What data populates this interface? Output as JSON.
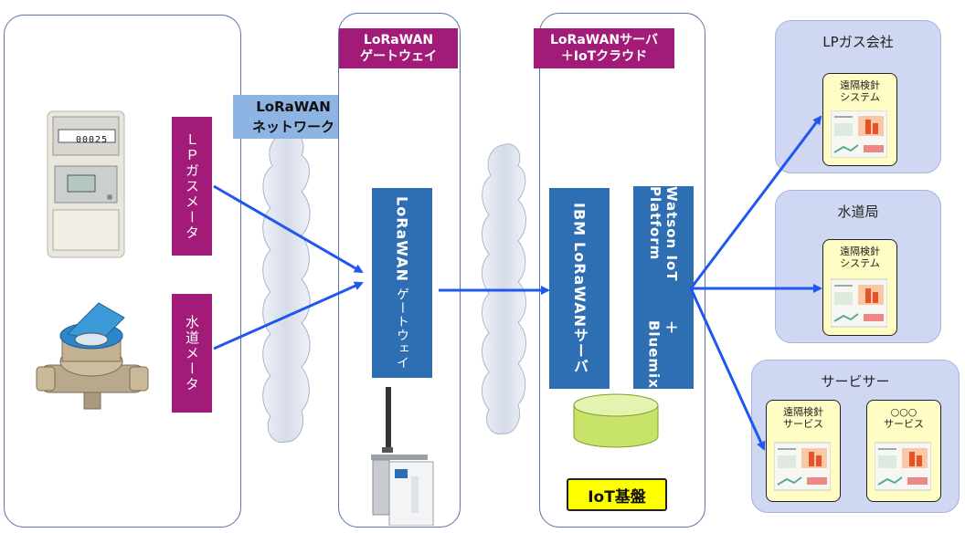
{
  "lp_meter_label": "ＬＰガスメータ",
  "water_meter_label": "水道メータ",
  "network_label": [
    "LoRaWAN",
    "ネットワーク"
  ],
  "gateway_header": [
    "LoRaWAN",
    "ゲートウェイ"
  ],
  "gateway_block": [
    "LoRaWAN",
    "ゲートウェイ"
  ],
  "server_header": [
    "LoRaWANサーバ",
    "＋IoTクラウド"
  ],
  "ibm_block": [
    "IBM",
    "LoRaWANサーバ"
  ],
  "watson_block": [
    "Watson IoT Platform",
    "＋Bluemix"
  ],
  "iot_label": "IoT基盤",
  "targets": [
    {
      "title": "LPガス会社",
      "cards": [
        [
          "遠隔検針",
          "システム"
        ]
      ]
    },
    {
      "title": "水道局",
      "cards": [
        [
          "遠隔検針",
          "システム"
        ]
      ]
    },
    {
      "title": "サービサー",
      "cards": [
        [
          "遠隔検針",
          "サービス"
        ],
        [
          "○○○",
          "サービス"
        ]
      ]
    }
  ],
  "gauge_digits": "00025",
  "colors": {
    "magenta": "#a21b78",
    "block_blue": "#2e6fb4",
    "arrow_blue": "#1f57f0",
    "network_label_bg": "#8eb4e3",
    "iot_label_bg": "#ffff00",
    "db_green": "#c7e36a",
    "panel_fill": "#cfd7f2",
    "card_fill": "#fffdc4"
  },
  "icons": [
    "lp-gas-meter-photo",
    "water-meter-photo",
    "network-cloud",
    "gateway-device-photo",
    "database-cylinder",
    "report-chart-icon"
  ]
}
